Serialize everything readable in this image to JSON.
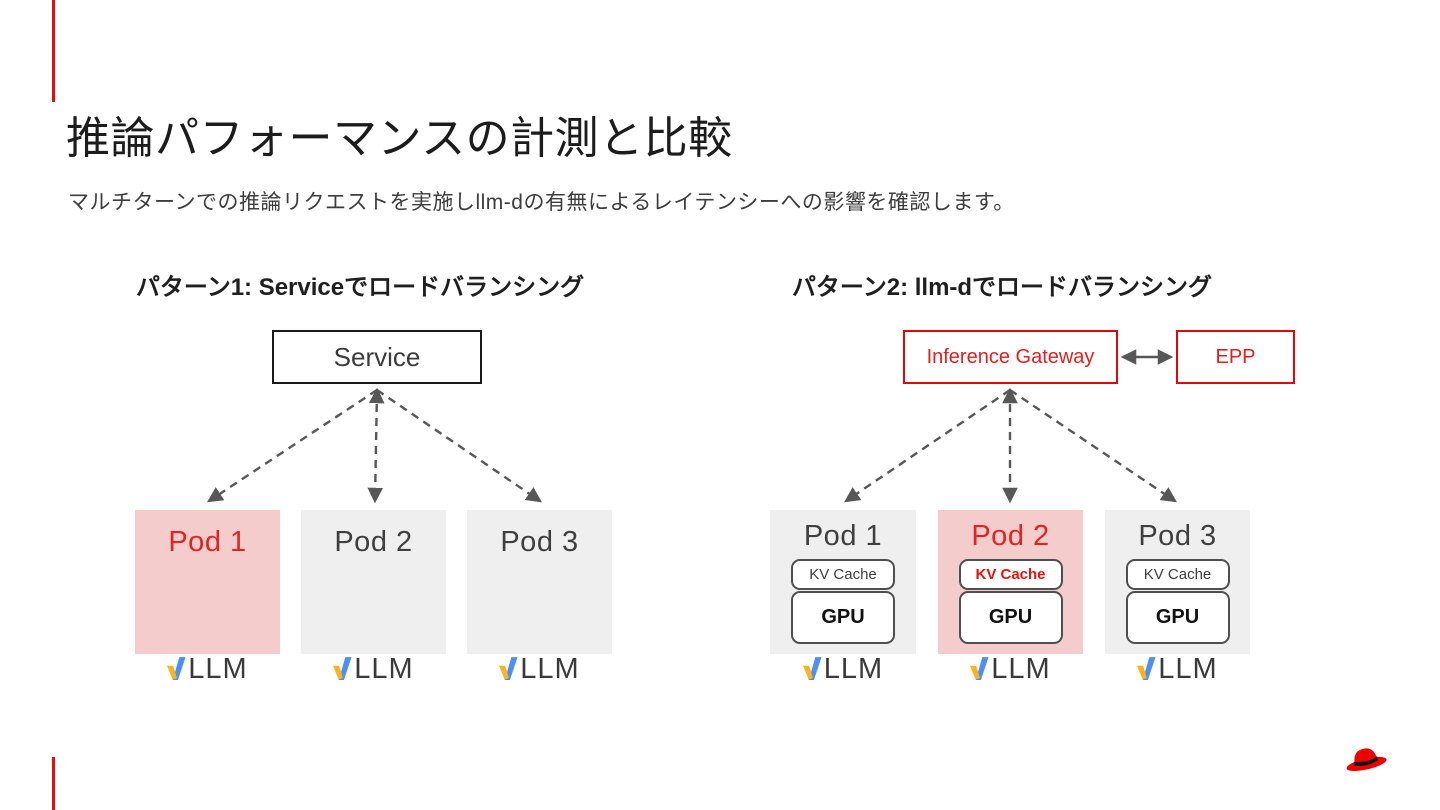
{
  "slide": {
    "title": "推論パフォーマンスの計測と比較",
    "subtitle": "マルチターンでの推論リクエストを実施しllm-dの有無によるレイテンシーへの影響を確認します。"
  },
  "colors": {
    "accent_red": "#e40d0d",
    "border_red": "#e00909",
    "text_red": "#e02424",
    "highlight_pink": "#f4cccc",
    "pod_gray": "#efefef",
    "arrow_gray": "#575757",
    "vllm_yellow": "#fcb321",
    "vllm_blue": "#4e8ef7"
  },
  "pattern1": {
    "heading": "パターン1: Serviceでロードバランシング",
    "service_box": "Service",
    "pods": [
      {
        "label": "Pod 1",
        "highlighted": true
      },
      {
        "label": "Pod 2",
        "highlighted": false
      },
      {
        "label": "Pod 3",
        "highlighted": false
      }
    ]
  },
  "pattern2": {
    "heading": "パターン2: llm-dでロードバランシング",
    "gateway_box": "Inference Gateway",
    "epp_box": "EPP",
    "pods": [
      {
        "label": "Pod 1",
        "kv_cache": "KV Cache",
        "gpu": "GPU",
        "highlighted": false
      },
      {
        "label": "Pod 2",
        "kv_cache": "KV Cache",
        "gpu": "GPU",
        "highlighted": true
      },
      {
        "label": "Pod 3",
        "kv_cache": "KV Cache",
        "gpu": "GPU",
        "highlighted": false
      }
    ]
  },
  "brand": {
    "vllm_text": "LLM",
    "vllm_icon": "vllm-v-check-icon",
    "footer_logo": "redhat-fedora-icon"
  }
}
